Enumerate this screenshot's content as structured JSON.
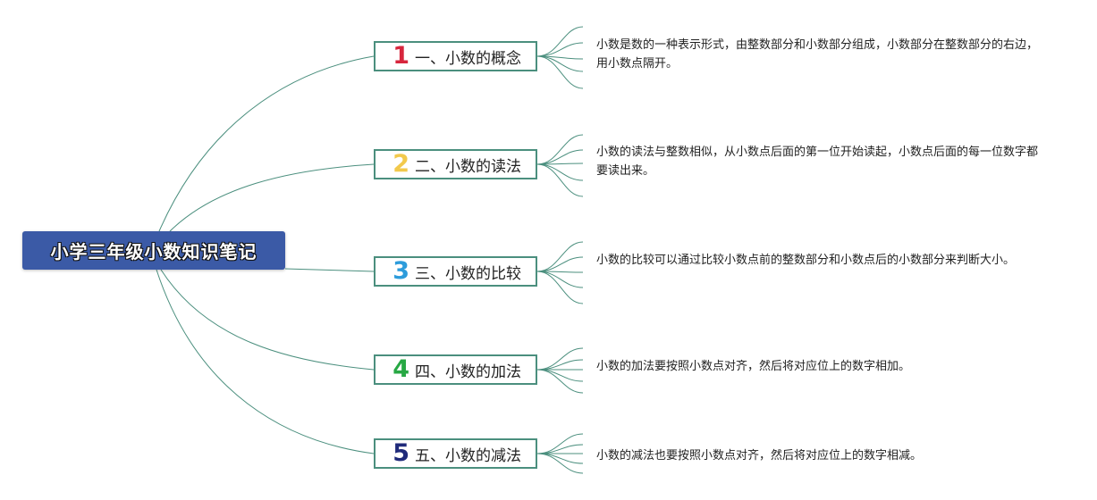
{
  "central": {
    "title": "小学三年级小数知识笔记"
  },
  "topics": [
    {
      "number": "1",
      "title": "一、小数的概念",
      "color": "#d7263d",
      "detail": "小数是数的一种表示形式，由整数部分和小数部分组成，小数部分在整数部分的右边，用小数点隔开。"
    },
    {
      "number": "2",
      "title": "二、小数的读法",
      "color": "#f2c94c",
      "detail": "小数的读法与整数相似，从小数点后面的第一位开始读起，小数点后面的每一位数字都要读出来。"
    },
    {
      "number": "3",
      "title": "三、小数的比较",
      "color": "#2d9cdb",
      "detail": "小数的比较可以通过比较小数点前的整数部分和小数点后的小数部分来判断大小。"
    },
    {
      "number": "4",
      "title": "四、小数的加法",
      "color": "#27a844",
      "detail": "小数的加法要按照小数点对齐，然后将对应位上的数字相加。"
    },
    {
      "number": "5",
      "title": "五、小数的减法",
      "color": "#1f2a7a",
      "detail": "小数的减法也要按照小数点对齐，然后将对应位上的数字相减。"
    }
  ],
  "colors": {
    "branch": "#4b8f7e",
    "central_bg": "#3b5aa6"
  }
}
